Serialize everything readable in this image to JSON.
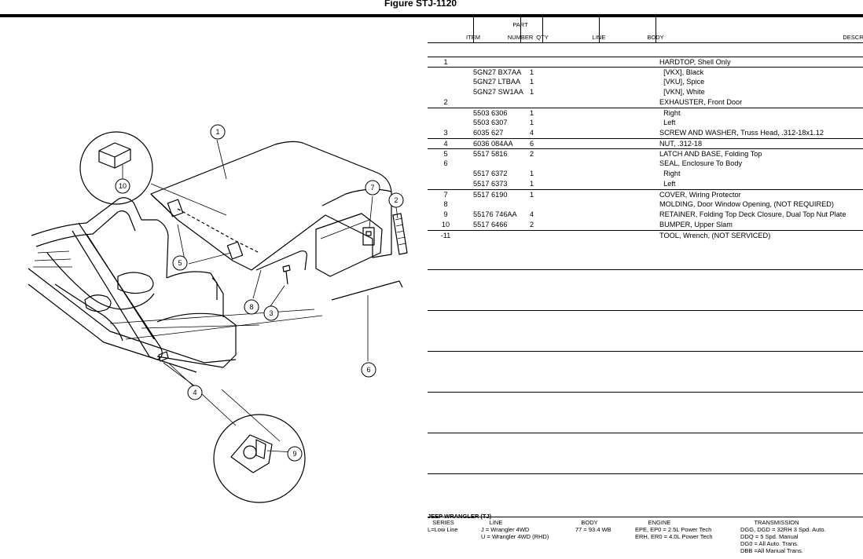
{
  "figure_title": "Figure STJ-1120",
  "table": {
    "headers": {
      "item": "ITEM",
      "part_top": "PART",
      "part_bottom": "NUMBER",
      "qty": "QTY",
      "line": "LINE",
      "body": "BODY",
      "description": "DESCRIPTION"
    },
    "rows": [
      {
        "item": "1",
        "part": "",
        "qty": "",
        "desc": "HARDTOP, Shell Only",
        "sep": true
      },
      {
        "item": "",
        "part": "5GN27 BX7AA",
        "qty": "1",
        "desc": "  [VKX], Black",
        "sep": true
      },
      {
        "item": "",
        "part": "5GN27 LTBAA",
        "qty": "1",
        "desc": "  [VKU], Spice",
        "sep": false
      },
      {
        "item": "",
        "part": "5GN27 SW1AA",
        "qty": "1",
        "desc": "  [VKN], White",
        "sep": false
      },
      {
        "item": "2",
        "part": "",
        "qty": "",
        "desc": "EXHAUSTER, Front Door",
        "sep": false
      },
      {
        "item": "",
        "part": "5503 6306",
        "qty": "1",
        "desc": "  Right",
        "sep": true
      },
      {
        "item": "",
        "part": "5503 6307",
        "qty": "1",
        "desc": "  Left",
        "sep": false
      },
      {
        "item": "3",
        "part": "6035 627",
        "qty": "4",
        "desc": "SCREW AND WASHER, Truss Head, .312-18x1.12",
        "sep": false
      },
      {
        "item": "4",
        "part": "6036 084AA",
        "qty": "6",
        "desc": "NUT, .312-18",
        "sep": true
      },
      {
        "item": "5",
        "part": "5517 5816",
        "qty": "2",
        "desc": "LATCH AND BASE, Folding Top",
        "sep": true
      },
      {
        "item": "6",
        "part": "",
        "qty": "",
        "desc": "SEAL, Enclosure To Body",
        "sep": false
      },
      {
        "item": "",
        "part": "5517 6372",
        "qty": "1",
        "desc": "  Right",
        "sep": false
      },
      {
        "item": "",
        "part": "5517 6373",
        "qty": "1",
        "desc": "  Left",
        "sep": false
      },
      {
        "item": "7",
        "part": "5517 6190",
        "qty": "1",
        "desc": "COVER, Wiring Protector",
        "sep": true
      },
      {
        "item": "8",
        "part": "",
        "qty": "",
        "desc": "MOLDING, Door Window Opening, (NOT REQUIRED)",
        "sep": false
      },
      {
        "item": "9",
        "part": "55176 746AA",
        "qty": "4",
        "desc": "RETAINER, Folding Top Deck Closure, Dual Top Nut Plate",
        "sep": false
      },
      {
        "item": "10",
        "part": "5517 6466",
        "qty": "2",
        "desc": "BUMPER, Upper Slam",
        "sep": false
      },
      {
        "item": "-11",
        "part": "",
        "qty": "",
        "desc": "TOOL, Wrench, (NOT SERVICED)",
        "sep": true
      }
    ]
  },
  "callouts": [
    "1",
    "2",
    "3",
    "4",
    "5",
    "6",
    "7",
    "8",
    "9",
    "10"
  ],
  "footer": {
    "title": "JEEP WRANGLER (TJ)",
    "series_h": "SERIES",
    "series_v": "L=Low Line",
    "line_h": "LINE",
    "line_v": "J = Wrangler 4WD\nU = Wrangler 4WD (RHD)",
    "body_h": "BODY",
    "body_v": "77 = 93.4 WB",
    "engine_h": "ENGINE",
    "engine_v": "EPE, EP0 = 2.5L Power Tech\nERH, ER0 = 4.0L Power Tech",
    "trans_h": "TRANSMISSION",
    "trans_v": "DGG, DGD = 32RH 3 Spd. Auto.\nDDQ = 5 Spd. Manual\nDG0 = All Auto. Trans.\nDBB =All Manual Trans."
  }
}
